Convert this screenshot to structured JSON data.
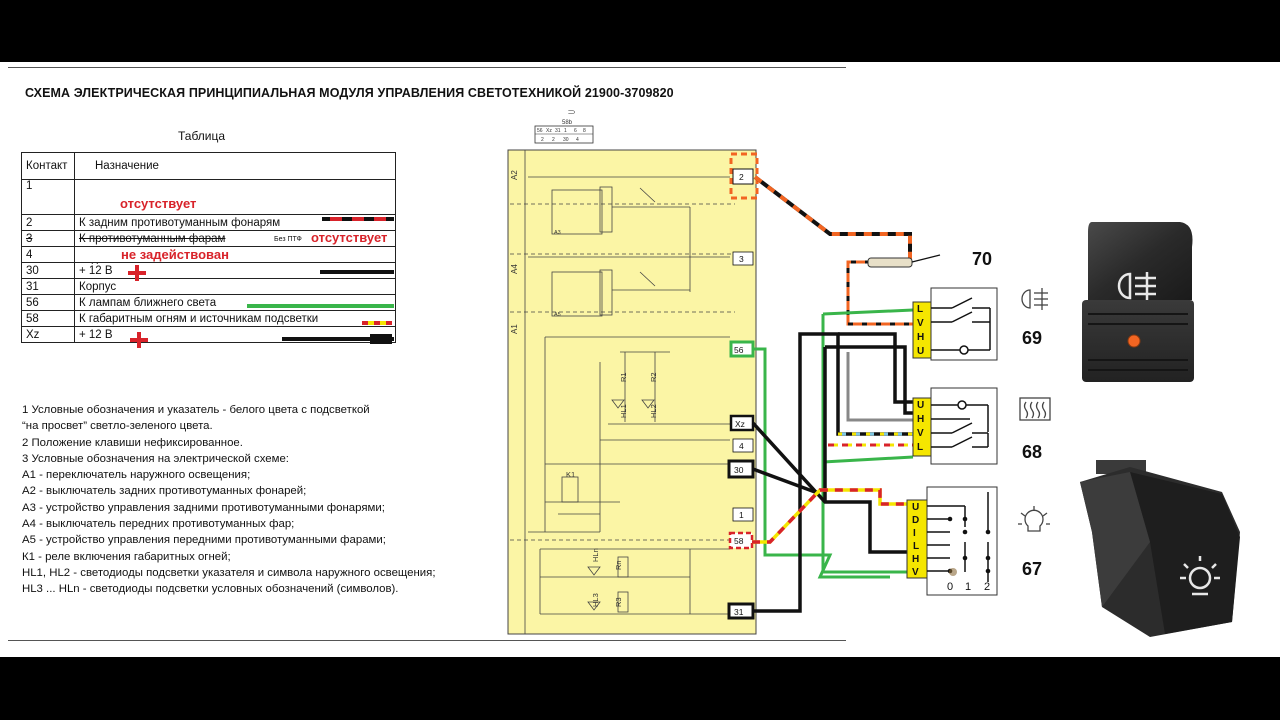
{
  "title": "СХЕМА ЭЛЕКТРИЧЕСКАЯ ПРИНЦИПИАЛЬНАЯ  МОДУЛЯ УПРАВЛЕНИЯ СВЕТОТЕХНИКОЙ  21900-3709820",
  "table": {
    "caption": "Таблица",
    "headers": [
      "Контакт",
      "Назначение"
    ],
    "rows": [
      {
        "contact": "1",
        "desc": ""
      },
      {
        "contact": "2",
        "desc": "К  задним противотуманным фонарям"
      },
      {
        "contact": "3",
        "desc": "К  противотуманным фарам"
      },
      {
        "contact": "4",
        "desc": ""
      },
      {
        "contact": "30",
        "desc": "+ 12 В"
      },
      {
        "contact": "31",
        "desc": "Корпус"
      },
      {
        "contact": "56",
        "desc": "К лампам ближнего света"
      },
      {
        "contact": "58",
        "desc": "К габаритным огням и источникам подсветки"
      },
      {
        "contact": "Xz",
        "desc": "+ 12 В"
      }
    ],
    "annotations": {
      "absent_1": "отсутствует",
      "absent_2": "отсутствует",
      "unused": "не задействован",
      "no_fog": "Без ПТФ",
      "dot_row4": ". ."
    }
  },
  "notes": [
    "1  Условные обозначения и указатель - белого цвета с подсветкой",
    "“на просвет” светло-зеленого цвета.",
    "2  Положение клавиши  нефиксированное.",
    "3  Условные обозначения на электрической схеме:",
    "А1 - переключатель наружного освещения;",
    "А2 - выключатель задних противотуманных фонарей;",
    "А3 - устройство управления задними противотуманными фонарями;",
    "А4 - выключатель передних противотуманных фар;",
    "А5 - устройство управления передними противотуманными фарами;",
    "К1 - реле включения габаритных огней;",
    "HL1, HL2 - светодиоды подсветки указателя и символа наружного освещения;",
    "HL3 ... HLn - светодиоды подсветки условных обозначений (символов)."
  ],
  "schematic": {
    "block_labels": [
      "A2",
      "A4",
      "A1"
    ],
    "terminals": [
      "2",
      "3",
      "56",
      "Xz",
      "4",
      "30",
      "1",
      "58",
      "31"
    ],
    "components": [
      "K1",
      "R1",
      "R2",
      "HL1",
      "HL2",
      "Rn",
      "R3",
      "HL3",
      "HLn",
      "A3",
      "A5"
    ],
    "connector_label": "58b",
    "connector_pins": [
      "56",
      "Xz",
      "31",
      "1",
      "6",
      "8",
      "2",
      "2",
      "30",
      "4"
    ]
  },
  "switches": {
    "fog_rear": {
      "number": "70"
    },
    "fog_front": {
      "number": "69",
      "pins": [
        "L",
        "V",
        "H",
        "U"
      ]
    },
    "heated_rear": {
      "number": "68",
      "pins": [
        "U",
        "H",
        "V",
        "L"
      ]
    },
    "lights": {
      "number": "67",
      "pins": [
        "U",
        "D",
        "I",
        "L",
        "H",
        "V"
      ],
      "positions": [
        "0",
        "1",
        "2"
      ]
    }
  },
  "colors": {
    "module_fill": "#fbf5a5",
    "pin_fill": "#f5e600",
    "accent_red": "#d8232a",
    "wire_green": "#39b54a",
    "wire_orange": "#f26522",
    "switch_indicator": "#f26522"
  }
}
